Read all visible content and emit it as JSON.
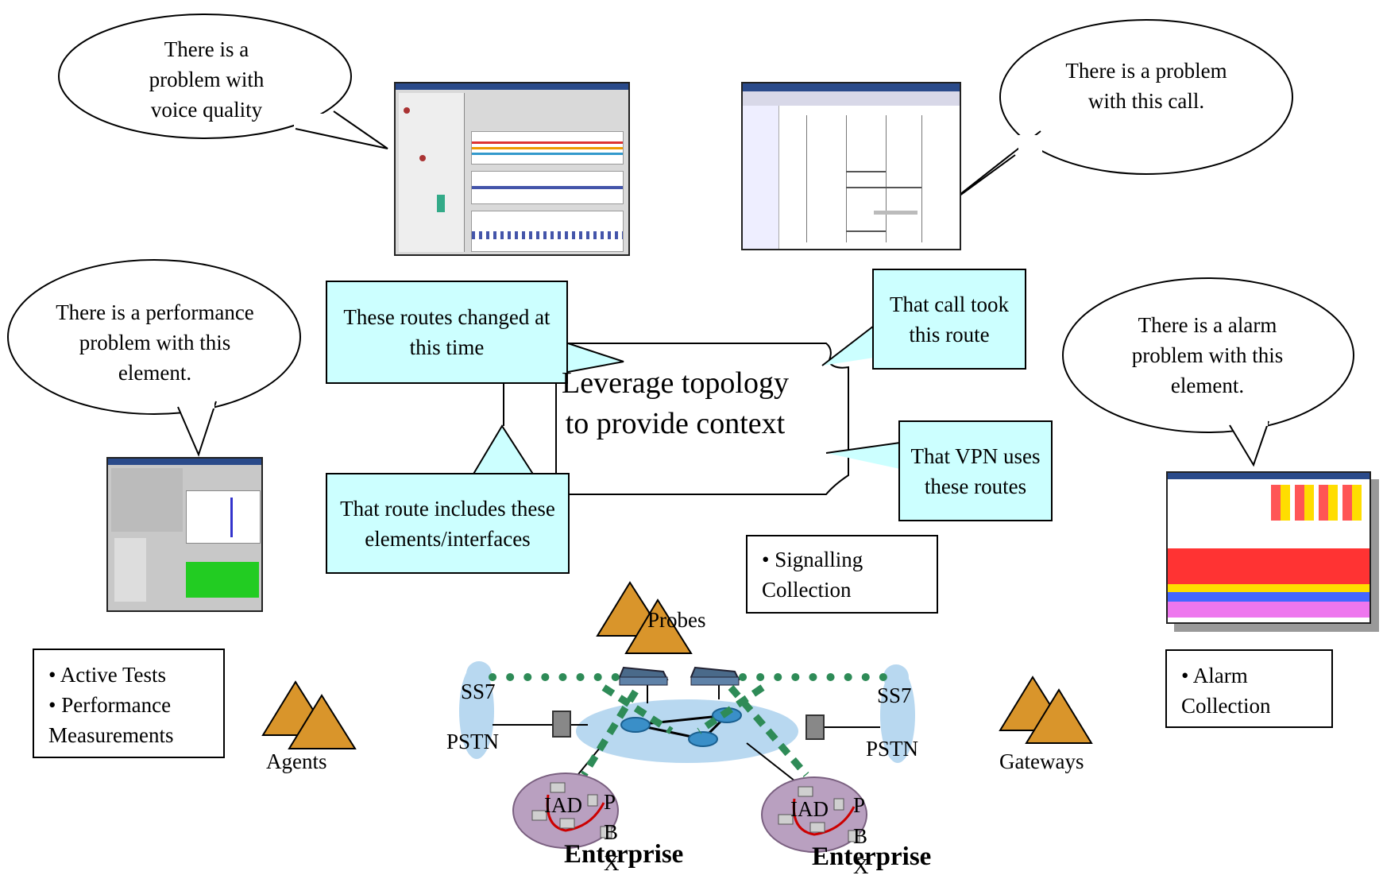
{
  "bubbles": {
    "voice_quality": "There is a problem with voice quality",
    "call_problem": "There is a problem with this call.",
    "performance": "There is a performance problem with this element.",
    "alarm": "There is a alarm problem with this element."
  },
  "callouts": {
    "routes_changed": "These routes changed at this time",
    "call_route": "That call took this route",
    "route_includes": "That route includes these elements/interfaces",
    "vpn_routes": "That VPN uses these routes"
  },
  "center_text": "Leverage topology to provide context",
  "collection_boxes": {
    "signalling": [
      "• Signalling",
      "Collection"
    ],
    "active_tests": [
      "• Active Tests",
      "• Performance",
      "Measurements"
    ],
    "alarm": [
      "• Alarm",
      "Collection"
    ]
  },
  "labels": {
    "probes": "Probes",
    "agents": "Agents",
    "gateways": "Gateways",
    "ss7_left": "SS7",
    "ss7_right": "SS7",
    "pstn_left": "PSTN",
    "pstn_right": "PSTN",
    "enterprise_left": "Enterprise",
    "enterprise_right": "Enterprise",
    "iad_left": "IAD",
    "iad_right": "IAD",
    "pbx_p": "P",
    "pbx_b": "B",
    "pbx_x": "X"
  },
  "colors": {
    "callout_fill": "#ccffff",
    "triangle_fill": "#d9952b",
    "dotted_link": "#2e8b57",
    "cloud_fill": "#b8d8f0",
    "enterprise_fill": "#b9a0c0",
    "alarm_red": "#ff3333",
    "alarm_yellow": "#ffdd00",
    "alarm_blue": "#4466ff",
    "chart_green": "#22cc22"
  }
}
